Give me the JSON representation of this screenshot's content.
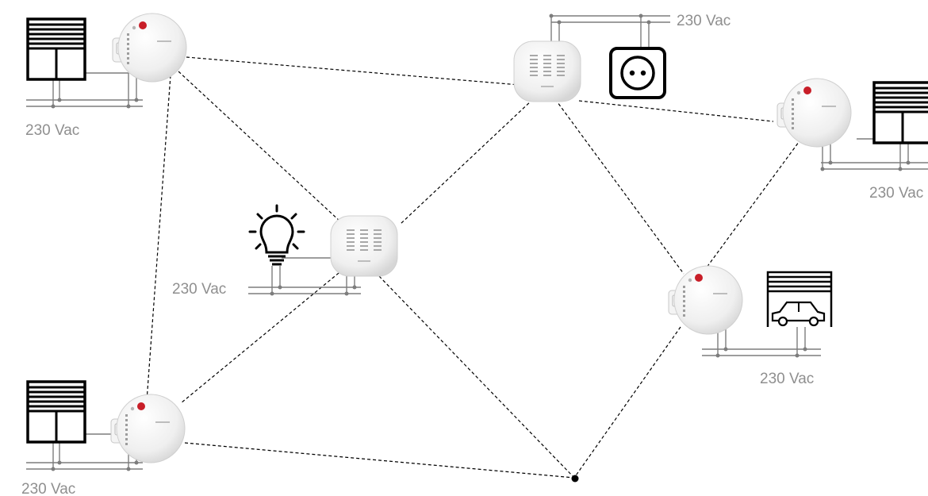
{
  "voltage_labels": {
    "top_left": "230 Vac",
    "top_center": "230 Vac",
    "right": "230 Vac",
    "center_left": "230 Vac",
    "garage": "230 Vac",
    "bottom_left": "230 Vac"
  },
  "colors": {
    "mesh_line": "#000000",
    "wire": "#7d7d7d",
    "label": "#8f8f8f",
    "module_body": "#f2f2f2",
    "led": "#c81e28"
  },
  "devices": [
    {
      "name": "shutter-module-top-left",
      "kind": "relay-module",
      "load": "shutter-icon"
    },
    {
      "name": "socket-module",
      "kind": "dimmer-module",
      "load": "socket-icon"
    },
    {
      "name": "shutter-module-right",
      "kind": "relay-module",
      "load": "shutter-icon"
    },
    {
      "name": "light-module",
      "kind": "dimmer-module",
      "load": "light-bulb-icon"
    },
    {
      "name": "garage-module",
      "kind": "relay-module",
      "load": "garage-icon"
    },
    {
      "name": "shutter-module-bottom-left",
      "kind": "relay-module",
      "load": "shutter-icon"
    }
  ]
}
